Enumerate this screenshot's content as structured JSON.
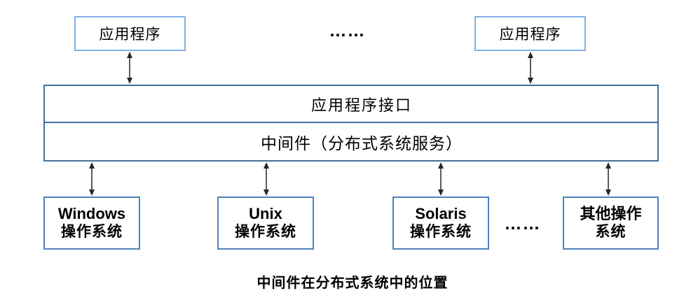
{
  "diagram": {
    "top_apps": [
      {
        "label": "应用程序"
      },
      {
        "label": "应用程序"
      }
    ],
    "top_ellipsis": "……",
    "band": {
      "api_label": "应用程序接口",
      "middleware_label": "中间件（分布式系统服务）"
    },
    "os_boxes": [
      {
        "name": "windows",
        "line1": "Windows",
        "line2": "操作系统"
      },
      {
        "name": "unix",
        "line1": "Unix",
        "line2": "操作系统"
      },
      {
        "name": "solaris",
        "line1": "Solaris",
        "line2": "操作系统"
      },
      {
        "name": "other",
        "line1": "其他操作",
        "line2": "系统"
      }
    ],
    "bottom_ellipsis": "……",
    "caption": "中间件在分布式系统中的位置",
    "colors": {
      "app_box_border": "#7fb2e5",
      "band_border": "#41719c",
      "os_box_border": "#4f81bd",
      "arrow": "#262626"
    }
  }
}
